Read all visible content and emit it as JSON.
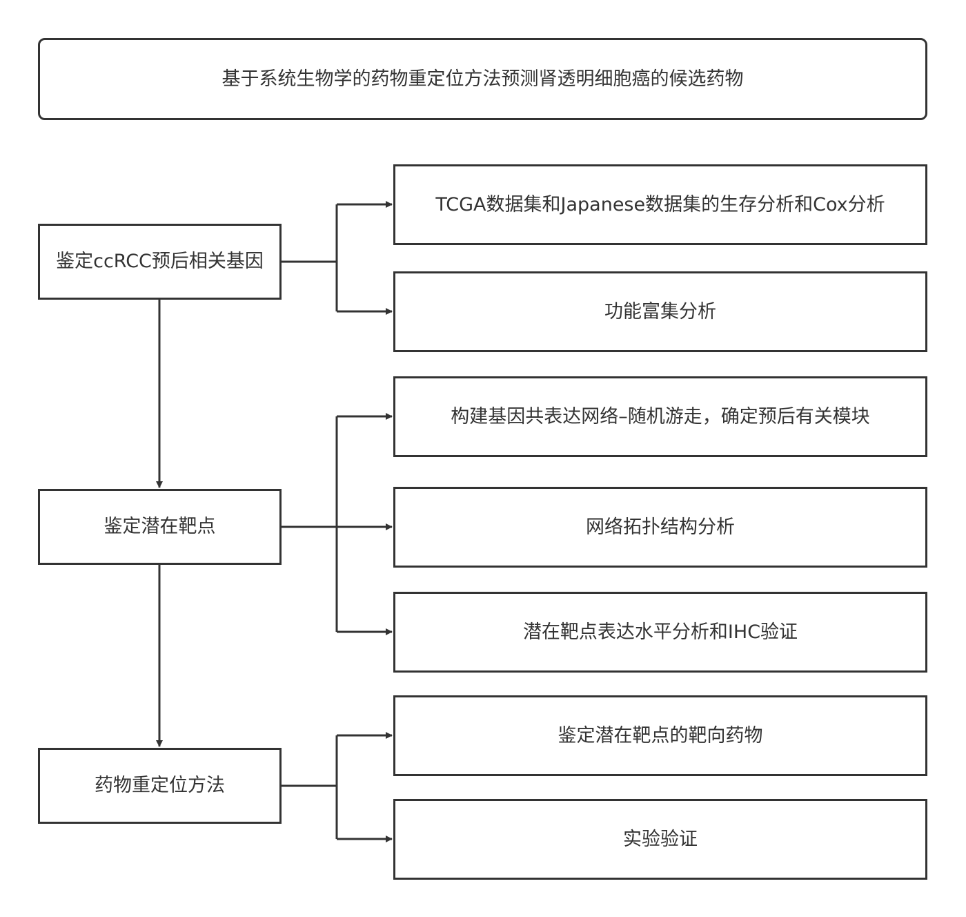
{
  "title": "基于系统生物学的药物重定位方法预测肾透明细胞癌的候选药物",
  "steps": [
    {
      "label": "鉴定ccRCC预后相关基因",
      "details": [
        "TCGA数据集和Japanese数据集的生存分析和Cox分析",
        "功能富集分析"
      ]
    },
    {
      "label": "鉴定潜在靶点",
      "details": [
        "构建基因共表达网络–随机游走，确定预后有关模块",
        "网络拓扑结构分析",
        "潜在靶点表达水平分析和IHC验证"
      ]
    },
    {
      "label": "药物重定位方法",
      "details": [
        "鉴定潜在靶点的靶向药物",
        "实验验证"
      ]
    }
  ],
  "colors": {
    "stroke": "#333333",
    "text": "#333333",
    "background": "#ffffff"
  }
}
